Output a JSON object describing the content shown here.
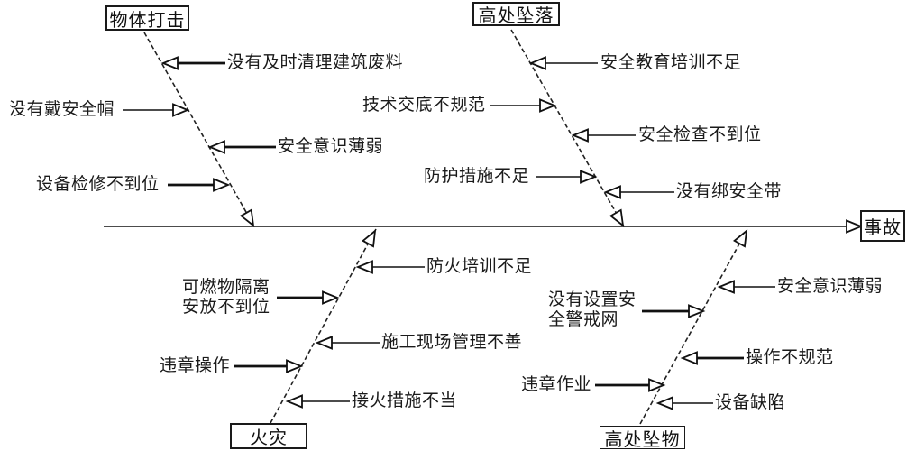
{
  "diagram": {
    "type": "fishbone-cause-effect",
    "effect": {
      "label": "事故"
    },
    "colors": {
      "ink": "#1a1a1a",
      "background": "#ffffff"
    },
    "branches": [
      {
        "name": "物体打击",
        "position": "top-left",
        "causes": [
          {
            "label": "没有及时清理建筑废料",
            "side": "right"
          },
          {
            "label": "没有戴安全帽",
            "side": "left"
          },
          {
            "label": "安全意识薄弱",
            "side": "right"
          },
          {
            "label": "设备检修不到位",
            "side": "left"
          }
        ]
      },
      {
        "name": "高处坠落",
        "position": "top-right",
        "causes": [
          {
            "label": "安全教育培训不足",
            "side": "right"
          },
          {
            "label": "技术交底不规范",
            "side": "left"
          },
          {
            "label": "安全检查不到位",
            "side": "right"
          },
          {
            "label": "防护措施不足",
            "side": "left"
          },
          {
            "label": "没有绑安全带",
            "side": "right"
          }
        ]
      },
      {
        "name": "火灾",
        "position": "bottom-left",
        "causes": [
          {
            "label": "防火培训不足",
            "side": "right"
          },
          {
            "label": "可燃物隔离\n安放不到位",
            "side": "left"
          },
          {
            "label": "施工现场管理不善",
            "side": "right"
          },
          {
            "label": "违章操作",
            "side": "left"
          },
          {
            "label": "接火措施不当",
            "side": "right"
          }
        ]
      },
      {
        "name": "高处坠物",
        "position": "bottom-right",
        "causes": [
          {
            "label": "安全意识薄弱",
            "side": "right"
          },
          {
            "label": "没有设置安\n全警戒网",
            "side": "left"
          },
          {
            "label": "操作不规范",
            "side": "right"
          },
          {
            "label": "违章作业",
            "side": "left"
          },
          {
            "label": "设备缺陷",
            "side": "right"
          }
        ]
      }
    ]
  }
}
